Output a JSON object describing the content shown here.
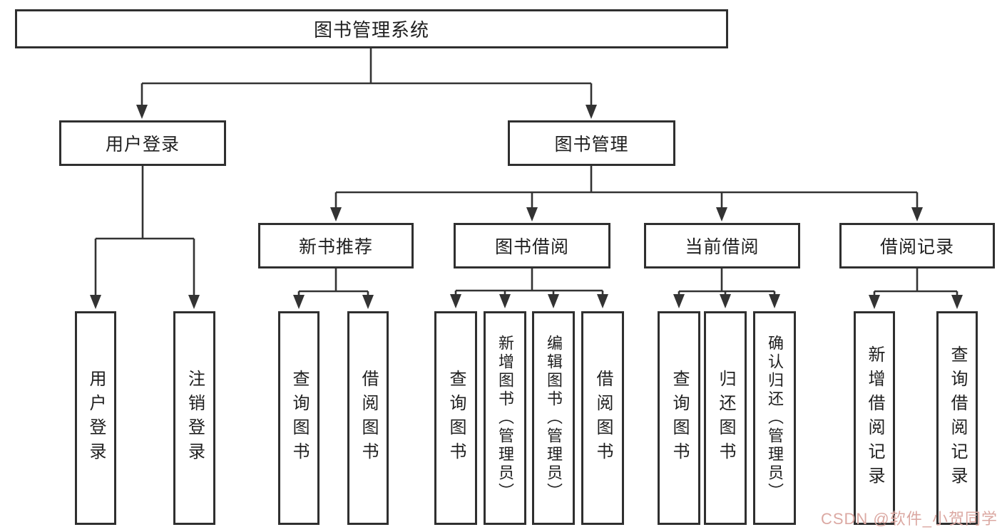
{
  "diagram": {
    "root": {
      "label": "图书管理系统"
    },
    "branches": [
      {
        "label": "用户登录",
        "children": [
          {
            "label": "用户登录"
          },
          {
            "label": "注销登录"
          }
        ]
      },
      {
        "label": "图书管理",
        "children": [
          {
            "label": "新书推荐",
            "children": [
              {
                "label": "查询图书"
              },
              {
                "label": "借阅图书"
              }
            ]
          },
          {
            "label": "图书借阅",
            "children": [
              {
                "label": "查询图书"
              },
              {
                "label": "新增图书（管理员）"
              },
              {
                "label": "编辑图书（管理员）"
              },
              {
                "label": "借阅图书"
              }
            ]
          },
          {
            "label": "当前借阅",
            "children": [
              {
                "label": "查询图书"
              },
              {
                "label": "归还图书"
              },
              {
                "label": "确认归还（管理员）"
              }
            ]
          },
          {
            "label": "借阅记录",
            "children": [
              {
                "label": "新增借阅记录"
              },
              {
                "label": "查询借阅记录"
              }
            ]
          }
        ]
      }
    ]
  },
  "watermark": {
    "text": "CSDN @软件_小贺同学"
  },
  "colors": {
    "line": "#333333",
    "box_border": "#2f2f2f",
    "text": "#1f1f1f",
    "background": "#ffffff",
    "watermark": "#dba8a2"
  }
}
